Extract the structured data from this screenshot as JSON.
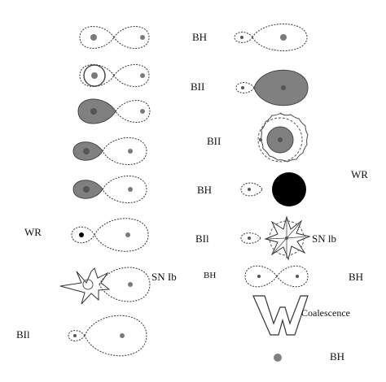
{
  "labels": {
    "bh": "BH",
    "bh_alt": "BII",
    "bh_ii": "BIl",
    "wr": "WR",
    "sn_ib": "SN Ib",
    "sn_lb": "SN lb",
    "coalescence": "Coalescence"
  },
  "colors": {
    "star_fill": "#808080",
    "compact_fill": "#000000",
    "line": "#333333",
    "core": "#7a7a7a"
  }
}
